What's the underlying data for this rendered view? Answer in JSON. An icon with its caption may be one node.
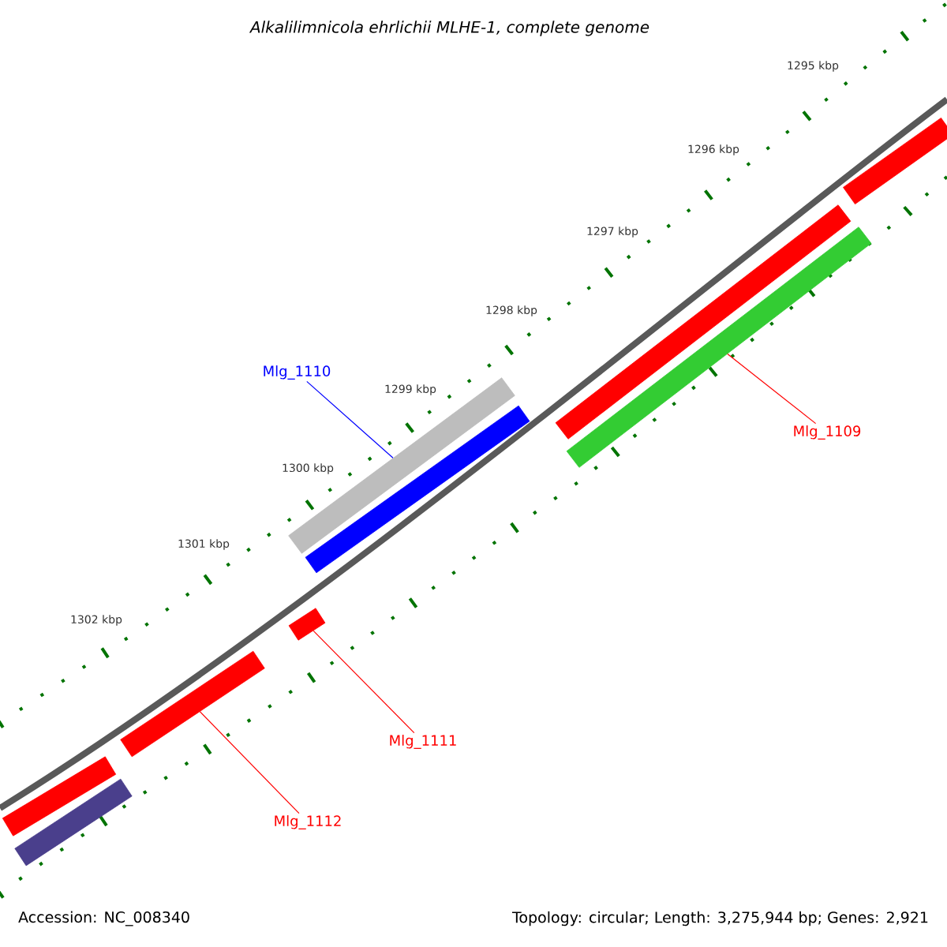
{
  "diagram": {
    "title": "*Alkalilimnicola ehrlichii* MLHE-1, complete genome",
    "nodes": [
      {
        "text": [],
        "shape": "bar"
      },
      {
        "text": [],
        "shape": "bar"
      },
      {
        "text": [],
        "shape": "bar"
      },
      {
        "text": [],
        "shape": "bar"
      },
      {
        "text": [],
        "shape": "bar"
      },
      {
        "text": [],
        "shape": "bar"
      },
      {
        "text": [],
        "shape": "bar"
      },
      {
        "text": [],
        "shape": "bar"
      },
      {
        "text": [],
        "shape": "bar"
      },
      {
        "text": [
          "Mlg_1110"
        ]
      },
      {
        "text": [
          "Mlg_1109"
        ]
      },
      {
        "text": [
          "Mlg_1111"
        ]
      },
      {
        "text": [
          "Mlg_1112"
        ]
      }
    ],
    "edges": [
      {
        "from": 9,
        "to": 1,
        "arrow": "none",
        "color": "#0000ff"
      },
      {
        "from": 10,
        "to": 4,
        "arrow": "none"
      },
      {
        "from": 11,
        "to": 5,
        "arrow": "none"
      },
      {
        "from": 12,
        "to": 6,
        "arrow": "none"
      }
    ],
    "labels": [
      "1295 kbp",
      "1296 kbp",
      "1297 kbp",
      "1298 kbp",
      "1299 kbp",
      "1300 kbp",
      "1301 kbp",
      "1302 kbp",
      "Accession: NC_008340",
      "Topology: circular; Length: 3,275,944 bp; Genes: 2,921"
    ]
  }
}
